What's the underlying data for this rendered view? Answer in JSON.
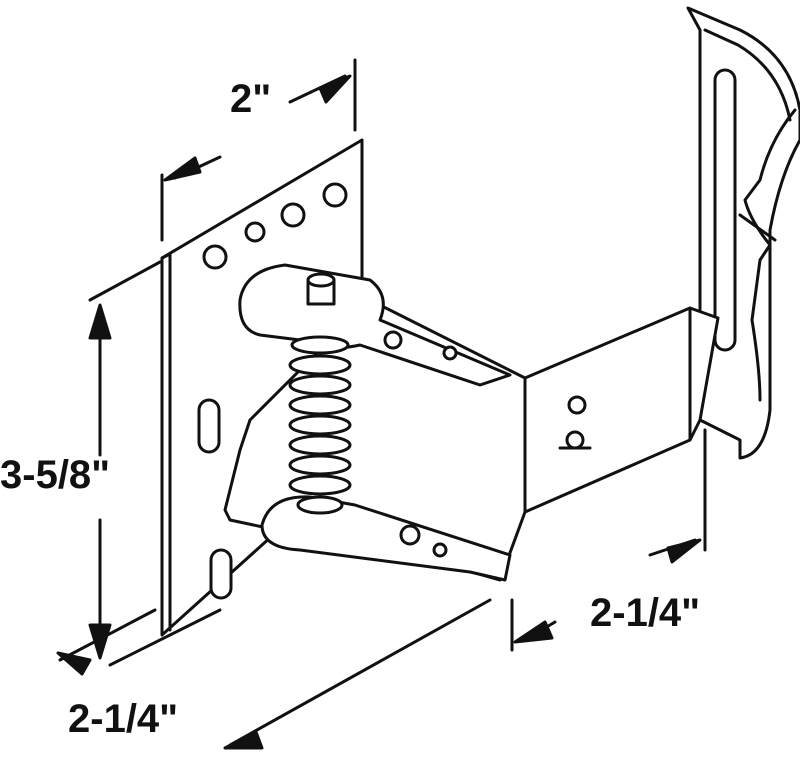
{
  "dimensions": {
    "top_width": "2\"",
    "height": "3-5/8\"",
    "bottom_depth": "2-1/4\"",
    "right_depth": "2-1/4\""
  },
  "colors": {
    "line": "#111111",
    "metal": "#ffffff"
  }
}
